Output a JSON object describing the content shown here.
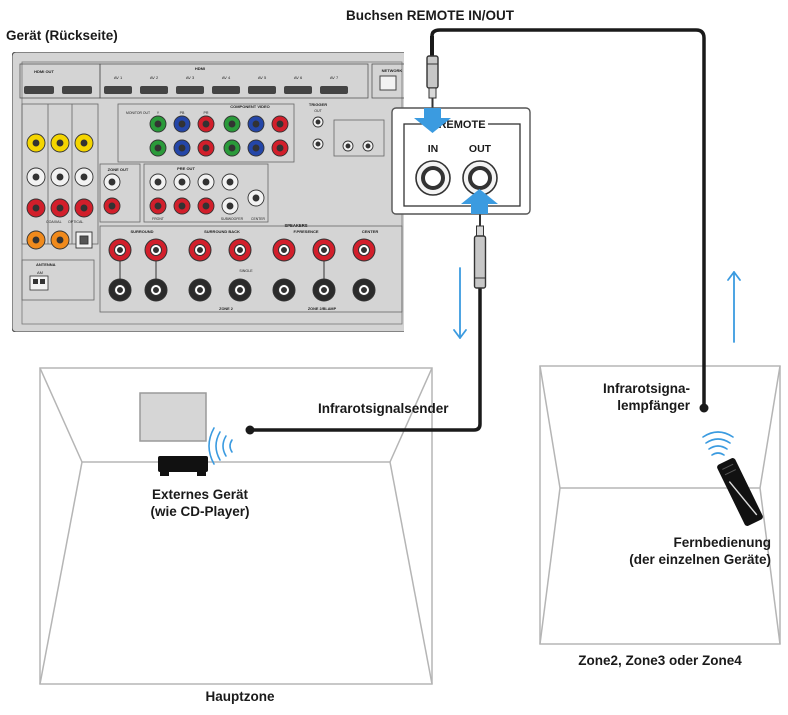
{
  "labels": {
    "device_title": "Gerät (Rückseite)",
    "remote_jacks_title": "Buchsen REMOTE IN/OUT",
    "remote_panel_title": "REMOTE",
    "in_label": "IN",
    "out_label": "OUT",
    "ir_emitter": "Infrarotsignalsender",
    "ir_receiver_line1": "Infrarotsigna-",
    "ir_receiver_line2": "lempfänger",
    "external_device_line1": "Externes Gerät",
    "external_device_line2": "(wie CD-Player)",
    "remote_control_line1": "Fernbedienung",
    "remote_control_line2": "(der einzelnen Geräte)",
    "main_zone": "Hauptzone",
    "other_zones": "Zone2, Zone3 oder Zone4"
  },
  "panel_labels": {
    "hdmi_out": "HDMI OUT",
    "hdmi": "HDMI",
    "network": "NETWORK",
    "component_video": "COMPONENT VIDEO",
    "trigger": "TRIGGER",
    "trigger_out": "OUT",
    "zone_out": "ZONE OUT",
    "pre_out": "PRE OUT",
    "speakers": "SPEAKERS",
    "surround": "SURROUND",
    "surround_back": "SURROUND BACK",
    "front_presence": "F.PRESENCE",
    "center": "CENTER",
    "zone2": "ZONE 2",
    "zone2_biamp": "ZONE 2/BI-AMP",
    "antenna": "ANTENNA",
    "am": "AM",
    "av_inputs": [
      "AV 1",
      "AV 2",
      "AV 3",
      "AV 4",
      "AV 5",
      "AV 6",
      "AV 7"
    ],
    "component_y": "Y",
    "component_pb": "PB",
    "component_pr": "PR",
    "monitor_out": "MONITOR OUT",
    "front": "FRONT",
    "subwoofer": "SUBWOOFER",
    "single": "SINGLE",
    "optical": "OPTICAL",
    "coaxial": "COAXIAL"
  },
  "colors": {
    "signal_arrow": "#3b9be0",
    "cable": "#1a1a1a",
    "panel": "#d4d4d4",
    "room_line": "#b5b5b5",
    "jack_red": "#d21f2b",
    "jack_yellow": "#f4d500",
    "jack_green": "#2a9a3a",
    "jack_blue": "#2446a8",
    "jack_orange": "#f08a1c"
  }
}
